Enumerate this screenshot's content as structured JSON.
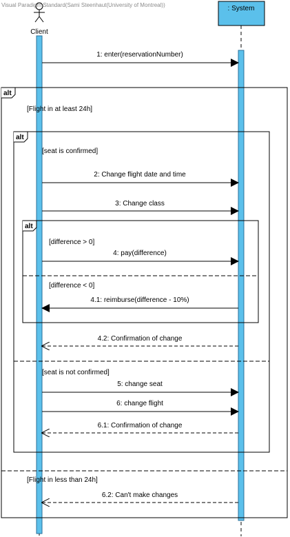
{
  "watermark": "Visual Paradigm Standard(Sami Steenhaut(University of Montreal))",
  "participants": {
    "client": "Client",
    "system": ": System"
  },
  "frames": {
    "outer": {
      "keyword": "alt",
      "guard1": "[Flight in at least 24h]",
      "guard2": "[Flight in less than 24h]"
    },
    "middle": {
      "keyword": "alt",
      "guard1": "[seat is confirmed]",
      "guard2": "[seat is not confirmed]"
    },
    "inner": {
      "keyword": "alt",
      "guard1": "[difference > 0]",
      "guard2": "[difference < 0]"
    }
  },
  "messages": [
    {
      "label": "1: enter(reservationNumber)",
      "dir": "right",
      "style": "solid"
    },
    {
      "label": "2: Change flight date and time",
      "dir": "right",
      "style": "solid"
    },
    {
      "label": "3: Change class",
      "dir": "right",
      "style": "solid"
    },
    {
      "label": "4: pay(difference)",
      "dir": "right",
      "style": "solid"
    },
    {
      "label": "4.1: reimburse(difference - 10%)",
      "dir": "left",
      "style": "solid"
    },
    {
      "label": "4.2: Confirmation of change",
      "dir": "left",
      "style": "dashed"
    },
    {
      "label": "5: change seat",
      "dir": "right",
      "style": "solid"
    },
    {
      "label": "6: change flight",
      "dir": "right",
      "style": "solid"
    },
    {
      "label": "6.1: Confirmation of change",
      "dir": "left",
      "style": "dashed"
    },
    {
      "label": "6.2: Can't make changes",
      "dir": "left",
      "style": "dashed"
    }
  ]
}
